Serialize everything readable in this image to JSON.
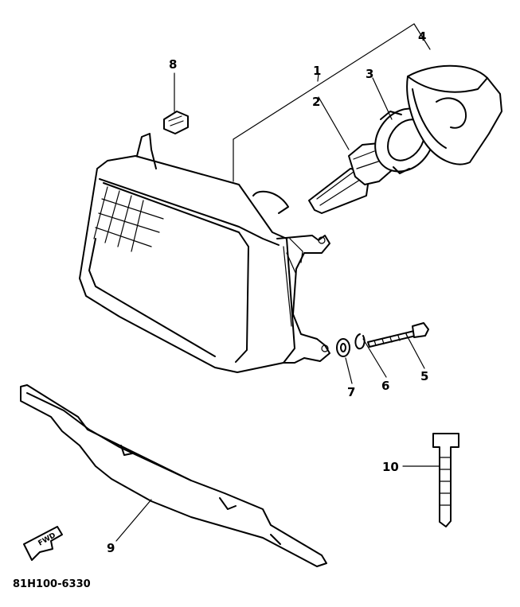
{
  "diagram": {
    "code": "81H100-6330",
    "fwd_label": "FWD",
    "callouts": [
      "1",
      "2",
      "3",
      "4",
      "5",
      "6",
      "7",
      "8",
      "9",
      "10"
    ]
  },
  "parts": [
    {
      "ref": "1",
      "name": "headlight-assembly"
    },
    {
      "ref": "2",
      "name": "bulb"
    },
    {
      "ref": "3",
      "name": "bulb-socket"
    },
    {
      "ref": "4",
      "name": "socket-cover"
    },
    {
      "ref": "5",
      "name": "bolt"
    },
    {
      "ref": "6",
      "name": "lock-washer"
    },
    {
      "ref": "7",
      "name": "washer"
    },
    {
      "ref": "8",
      "name": "grommet"
    },
    {
      "ref": "9",
      "name": "stay"
    },
    {
      "ref": "10",
      "name": "cable-band"
    }
  ]
}
